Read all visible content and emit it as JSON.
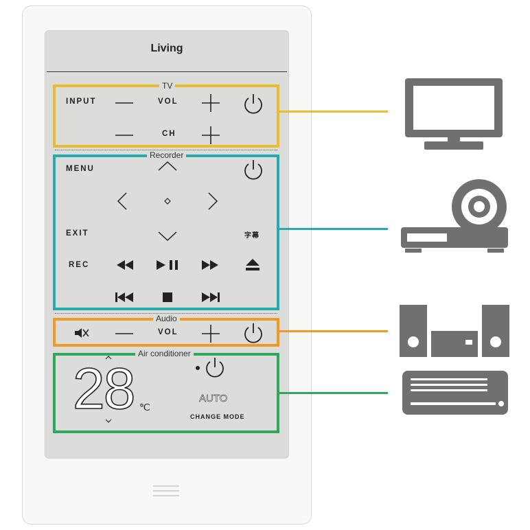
{
  "header": {
    "title": "Living"
  },
  "colors": {
    "tv": "#e9bd2f",
    "recorder": "#25aab0",
    "audio": "#ef9a22",
    "aircon": "#2fa85c",
    "device_icon": "#707070"
  },
  "tv": {
    "section_label": "TV",
    "input_label": "INPUT",
    "vol_label": "VOL",
    "ch_label": "CH",
    "power_icon": "power-icon"
  },
  "recorder": {
    "section_label": "Recorder",
    "menu_label": "MENU",
    "exit_label": "EXIT",
    "subtitle_label": "字幕",
    "rec_label": "REC"
  },
  "audio": {
    "section_label": "Audio",
    "vol_label": "VOL"
  },
  "aircon": {
    "section_label": "Air conditioner",
    "temperature": "28",
    "unit": "℃",
    "mode": "AUTO",
    "change_mode_label": "CHANGE MODE"
  },
  "devices": [
    "tv-icon",
    "disc-recorder-icon",
    "stereo-speakers-icon",
    "air-conditioner-icon"
  ]
}
